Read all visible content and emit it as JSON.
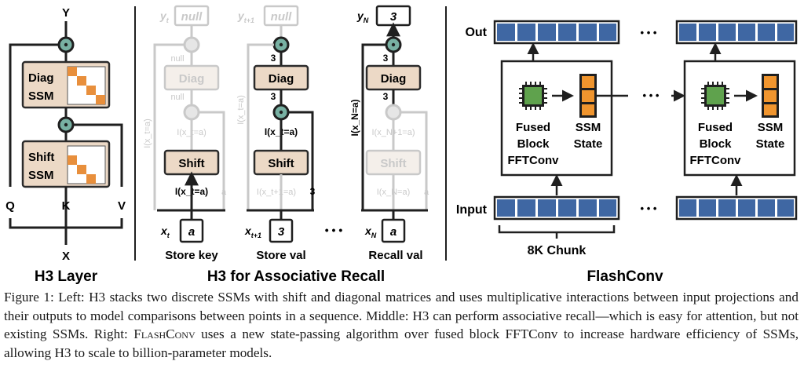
{
  "h3_layer": {
    "title": "H3 Layer",
    "output_label": "Y",
    "input_label": "X",
    "q_label": "Q",
    "k_label": "K",
    "v_label": "V",
    "diag_block": [
      "Diag",
      "SSM"
    ],
    "shift_block": [
      "Shift",
      "SSM"
    ]
  },
  "recall": {
    "title": "H3 for Associative Recall",
    "ellipsis": "• • •",
    "columns": [
      {
        "output_var": "y",
        "output_sub": "t",
        "output_value": "null",
        "input_var": "x",
        "input_sub": "t",
        "input_value": "a",
        "caption": "Store key",
        "top_label": "null",
        "mid_label": "null",
        "left_indicator": "I(x_t=a)",
        "gate_label": "I(x_t=a)",
        "shift_out_label": "I(x_t=a)",
        "v_label": "a",
        "diag_label": "Diag",
        "shift_label": "Shift"
      },
      {
        "output_var": "y",
        "output_sub": "t+1",
        "output_value": "null",
        "input_var": "x",
        "input_sub": "t+1",
        "input_value": "3",
        "caption": "Store val",
        "top_label": "3",
        "mid_label": "3",
        "left_indicator": "I(x_t=a)",
        "gate_label": "I(x_t=a)",
        "shift_out_label": "I(x_t+1=a)",
        "v_label": "3",
        "diag_label": "Diag",
        "shift_label": "Shift"
      },
      {
        "output_var": "y",
        "output_sub": "N",
        "output_value": "3",
        "input_var": "x",
        "input_sub": "N",
        "input_value": "a",
        "caption": "Recall val",
        "top_label": "3",
        "mid_label": "3",
        "left_indicator": "I(x_N=a)",
        "gate_label": "I(x_N+1=a)",
        "shift_out_label": "I(x_N=a)",
        "v_label": "a",
        "diag_label": "Diag",
        "shift_label": "Shift"
      }
    ]
  },
  "flashconv": {
    "title": "FlashConv",
    "out_label": "Out",
    "input_label": "Input",
    "chunk_label": "8K Chunk",
    "ellipsis": "• • •",
    "block_label": [
      "Fused",
      "Block",
      "FFTConv"
    ],
    "state_label": [
      "SSM",
      "State"
    ]
  },
  "caption": {
    "prefix": "Figure 1:  Left: H3 stacks two discrete SSMs with shift and diagonal matrices and uses multiplicative interactions between input projections and their outputs to model comparisons between points in a sequence. Middle: H3 can perform associative recall—which is easy for attention, but not existing SSMs. Right: ",
    "smallcaps": "FlashConv",
    "suffix": " uses a new state-passing algorithm over fused block FFTConv to increase hardware efficiency of SSMs, allowing H3 to scale to billion-parameter models."
  },
  "colors": {
    "block_fill": "#ecd9c6",
    "block_stroke": "#2b2b2b",
    "matrix_orange": "#e88f3c",
    "gate_teal": "#78b1a3",
    "cell_blue": "#3f67a3",
    "chip_green": "#5fa24d",
    "state_orange": "#f0952e",
    "faded": "#c9c9c9"
  }
}
